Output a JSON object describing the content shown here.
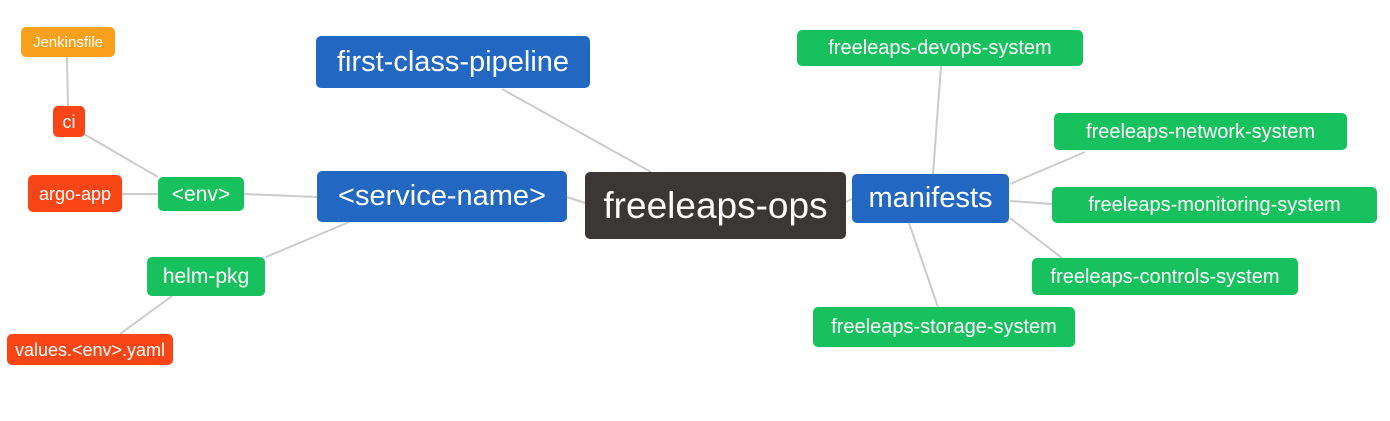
{
  "palette": {
    "blue": "#2267C2",
    "green": "#17C15D",
    "red": "#FA4616",
    "orange": "#F9A11B",
    "dark": "#3B3735",
    "edge": "#CCCCCC",
    "background": "#FFFFFF"
  },
  "nodes": {
    "root": {
      "label": "freeleaps-ops"
    },
    "first_class_pipeline": {
      "label": "first-class-pipeline"
    },
    "service_name": {
      "label": "<service-name>"
    },
    "env": {
      "label": "<env>"
    },
    "ci": {
      "label": "ci"
    },
    "jenkinsfile": {
      "label": "Jenkinsfile"
    },
    "argo_app": {
      "label": "argo-app"
    },
    "helm_pkg": {
      "label": "helm-pkg"
    },
    "values_env_yaml": {
      "label": "values.<env>.yaml"
    },
    "manifests": {
      "label": "manifests"
    },
    "devops_system": {
      "label": "freeleaps-devops-system"
    },
    "network_system": {
      "label": "freeleaps-network-system"
    },
    "monitoring_system": {
      "label": "freeleaps-monitoring-system"
    },
    "controls_system": {
      "label": "freeleaps-controls-system"
    },
    "storage_system": {
      "label": "freeleaps-storage-system"
    }
  }
}
